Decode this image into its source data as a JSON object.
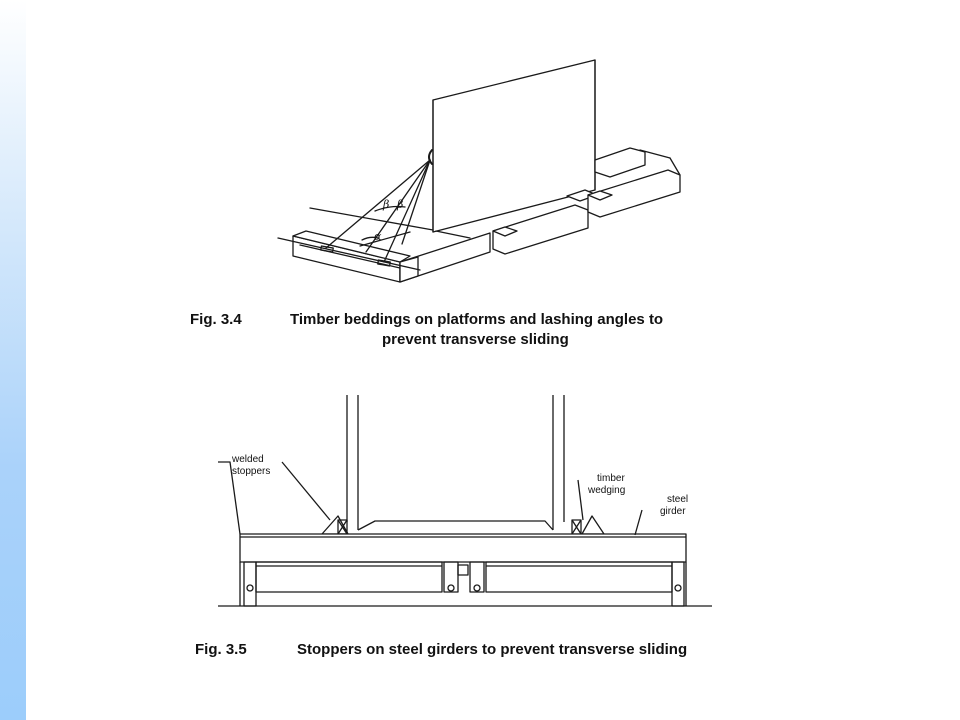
{
  "slide": {
    "accent_color": "#9ccdfb"
  },
  "fig34": {
    "number": "Fig. 3.4",
    "caption_line1": "Timber beddings on platforms and lashing angles to",
    "caption_line2": "prevent transverse sliding",
    "symbols": {
      "beta1": "β",
      "beta2": "β",
      "alpha": "α"
    }
  },
  "fig35": {
    "number": "Fig. 3.5",
    "caption": "Stoppers on steel girders to prevent transverse sliding",
    "labels": {
      "welded_1": "welded",
      "welded_2": "stoppers",
      "timber_1": "timber",
      "timber_2": "wedging",
      "steel_1": "steel",
      "steel_2": "girder"
    }
  }
}
